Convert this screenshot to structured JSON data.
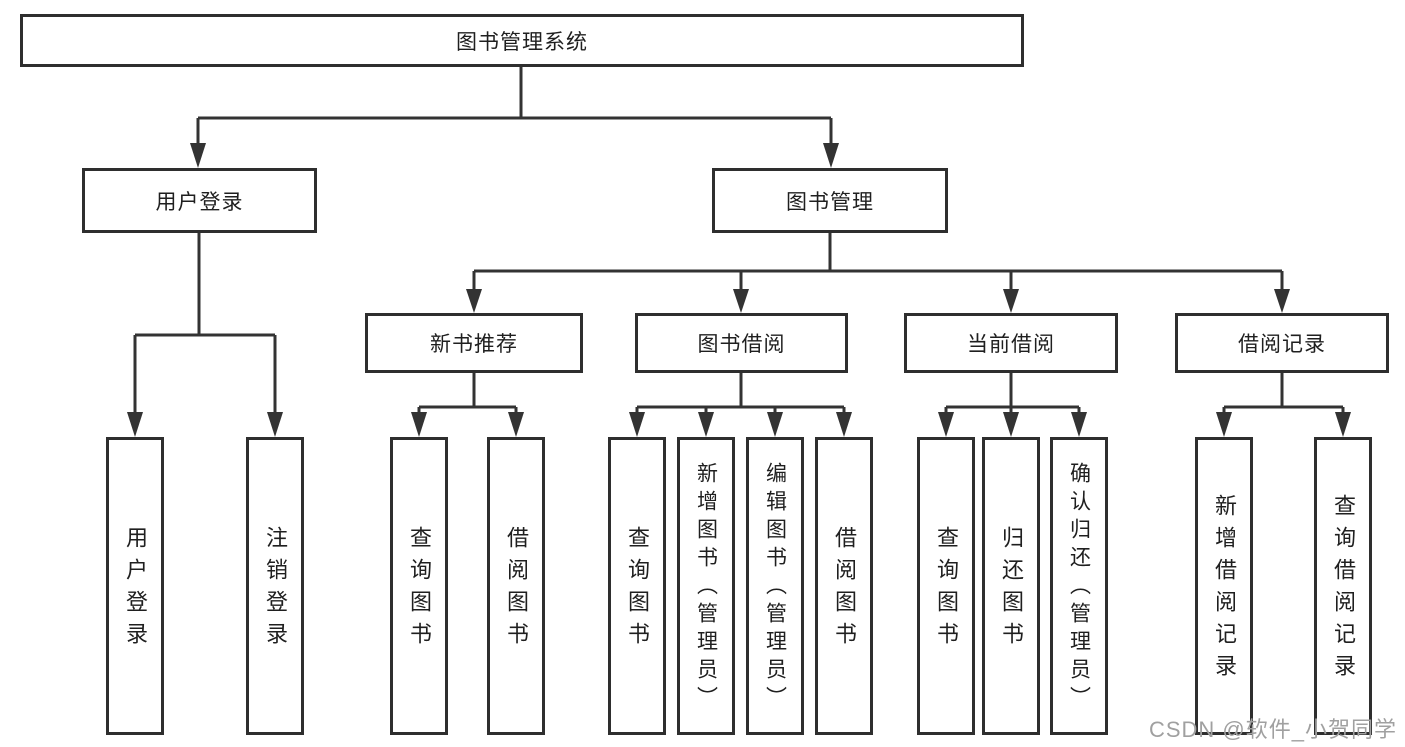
{
  "diagram": {
    "type": "hierarchy-tree",
    "tree": {
      "label": "图书管理系统",
      "children": [
        {
          "label": "用户登录",
          "children": [
            {
              "label": "用户登录"
            },
            {
              "label": "注销登录"
            }
          ]
        },
        {
          "label": "图书管理",
          "children": [
            {
              "label": "新书推荐",
              "children": [
                {
                  "label": "查询图书"
                },
                {
                  "label": "借阅图书"
                }
              ]
            },
            {
              "label": "图书借阅",
              "children": [
                {
                  "label": "查询图书"
                },
                {
                  "label": "新增图书（管理员）"
                },
                {
                  "label": "编辑图书（管理员）"
                },
                {
                  "label": "借阅图书"
                }
              ]
            },
            {
              "label": "当前借阅",
              "children": [
                {
                  "label": "查询图书"
                },
                {
                  "label": "归还图书"
                },
                {
                  "label": "确认归还（管理员）"
                }
              ]
            },
            {
              "label": "借阅记录",
              "children": [
                {
                  "label": "新增借阅记录"
                },
                {
                  "label": "查询借阅记录"
                }
              ]
            }
          ]
        }
      ]
    },
    "colors": {
      "line": "#333333",
      "box_border": "#2e2e2e",
      "box_background": "#ffffff",
      "text": "#1f1f1f",
      "watermark": "#a0a0a0"
    }
  },
  "watermark": {
    "text": "CSDN @软件_小贺同学"
  }
}
